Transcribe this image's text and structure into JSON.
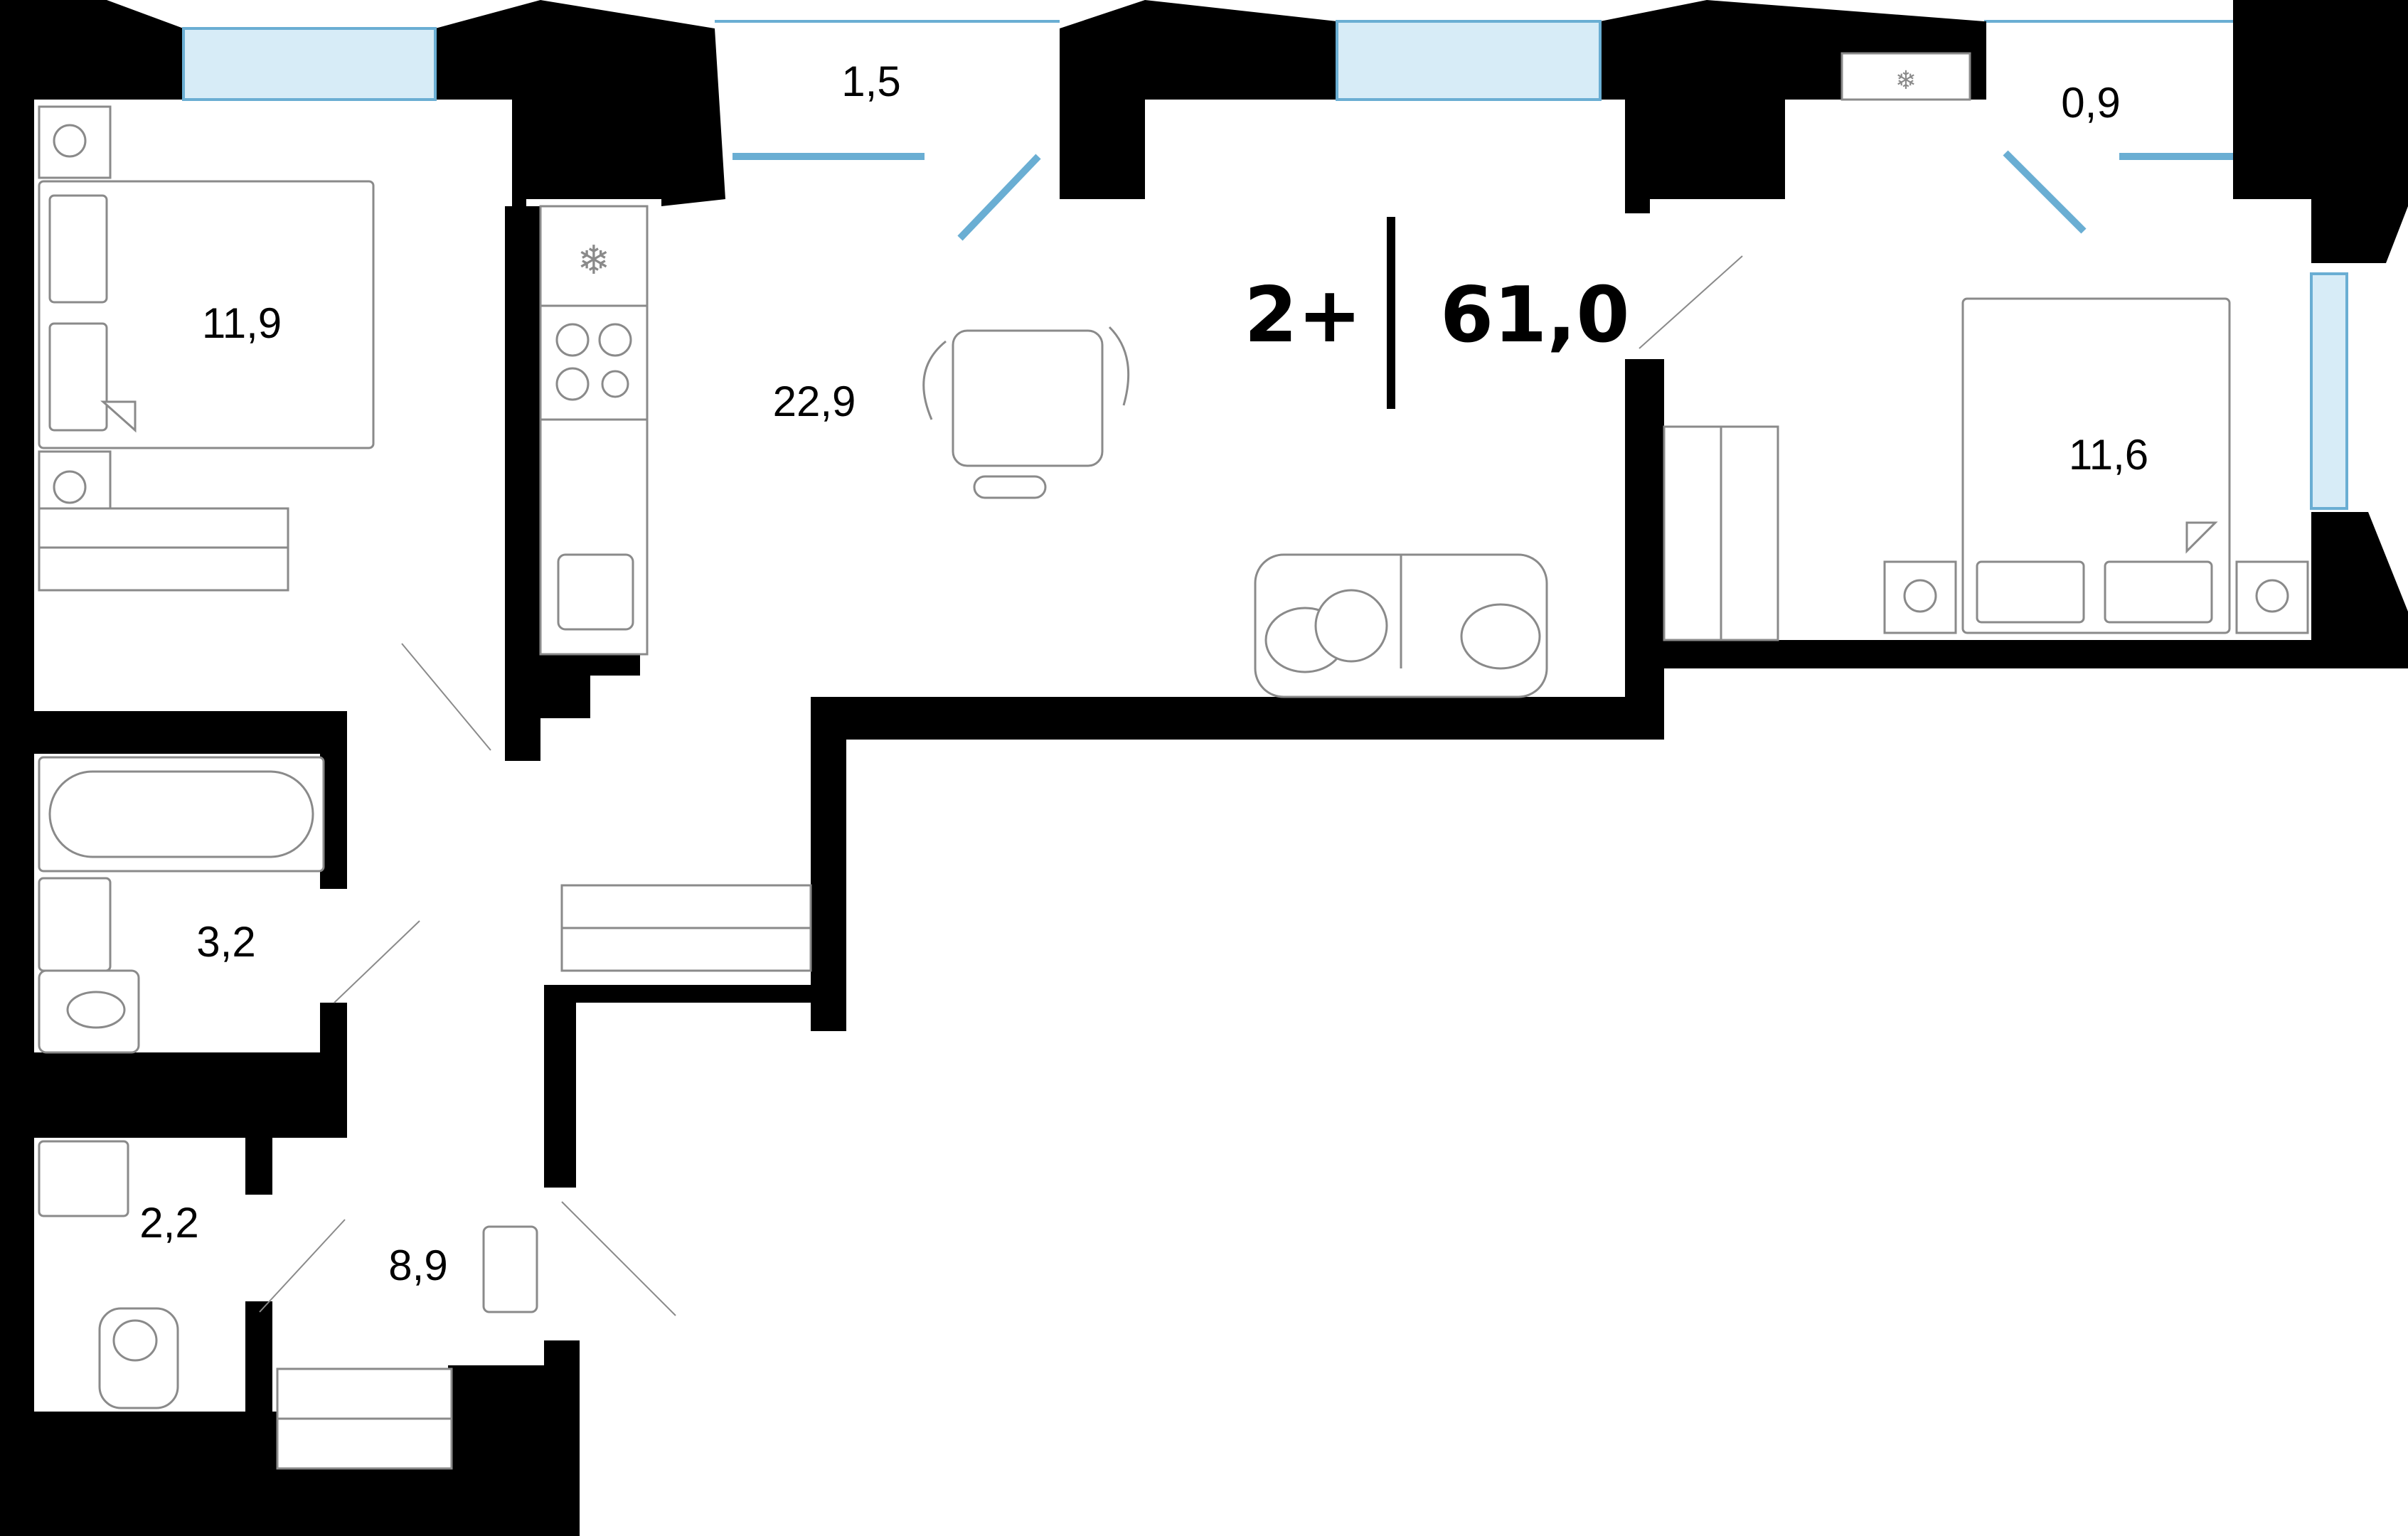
{
  "plan": {
    "rooms_count": "2+",
    "total_area": "61,0",
    "rooms": [
      {
        "id": "bedroom-left",
        "area": "11,9"
      },
      {
        "id": "balcony-left",
        "area": "1,5"
      },
      {
        "id": "living-kitchen",
        "area": "22,9"
      },
      {
        "id": "balcony-right",
        "area": "0,9"
      },
      {
        "id": "bedroom-right",
        "area": "11,6"
      },
      {
        "id": "bathroom",
        "area": "3,2"
      },
      {
        "id": "toilet",
        "area": "2,2"
      },
      {
        "id": "hallway",
        "area": "8,9"
      }
    ],
    "colors": {
      "wall": "#000000",
      "window_fill": "#d7ecf7",
      "window_stroke": "#6aaed3",
      "furniture_stroke": "#8a8a8a"
    },
    "icons": [
      "snowflake-icon",
      "stove-icon",
      "sink-icon",
      "toilet-icon",
      "bathtub-icon",
      "wardrobe-icon",
      "bed-icon",
      "sofa-icon",
      "dining-table-icon"
    ]
  }
}
